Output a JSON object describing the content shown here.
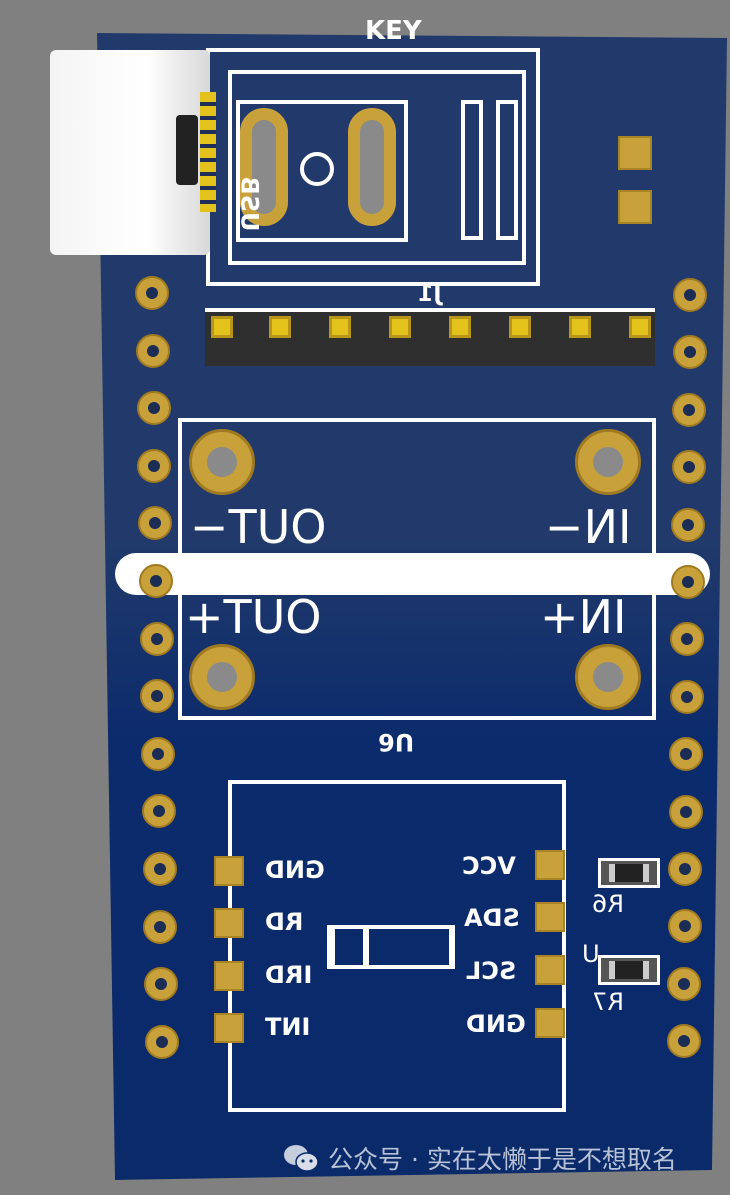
{
  "silkscreen": {
    "top_label": "KEY",
    "usb": "USB",
    "header": "J1",
    "out_minus": "OUT−",
    "in_minus": "IN−",
    "out_plus": "OUT+",
    "in_plus": "IN+",
    "module": "U6",
    "left_pins": [
      "GND",
      "RD",
      "IRD",
      "INT"
    ],
    "right_pins": [
      "VCC",
      "SDA",
      "SCL",
      "GND"
    ],
    "r6": "R6",
    "r7": "R7",
    "u_partial": "U"
  },
  "watermark": {
    "text": "公众号 · 实在太懒于是不想取名",
    "icon": "wechat-icon"
  },
  "colors": {
    "board_top": "#213a6b",
    "board_bottom": "#0a2a6a",
    "pad": "#c9a13a",
    "silk": "#ffffff"
  }
}
